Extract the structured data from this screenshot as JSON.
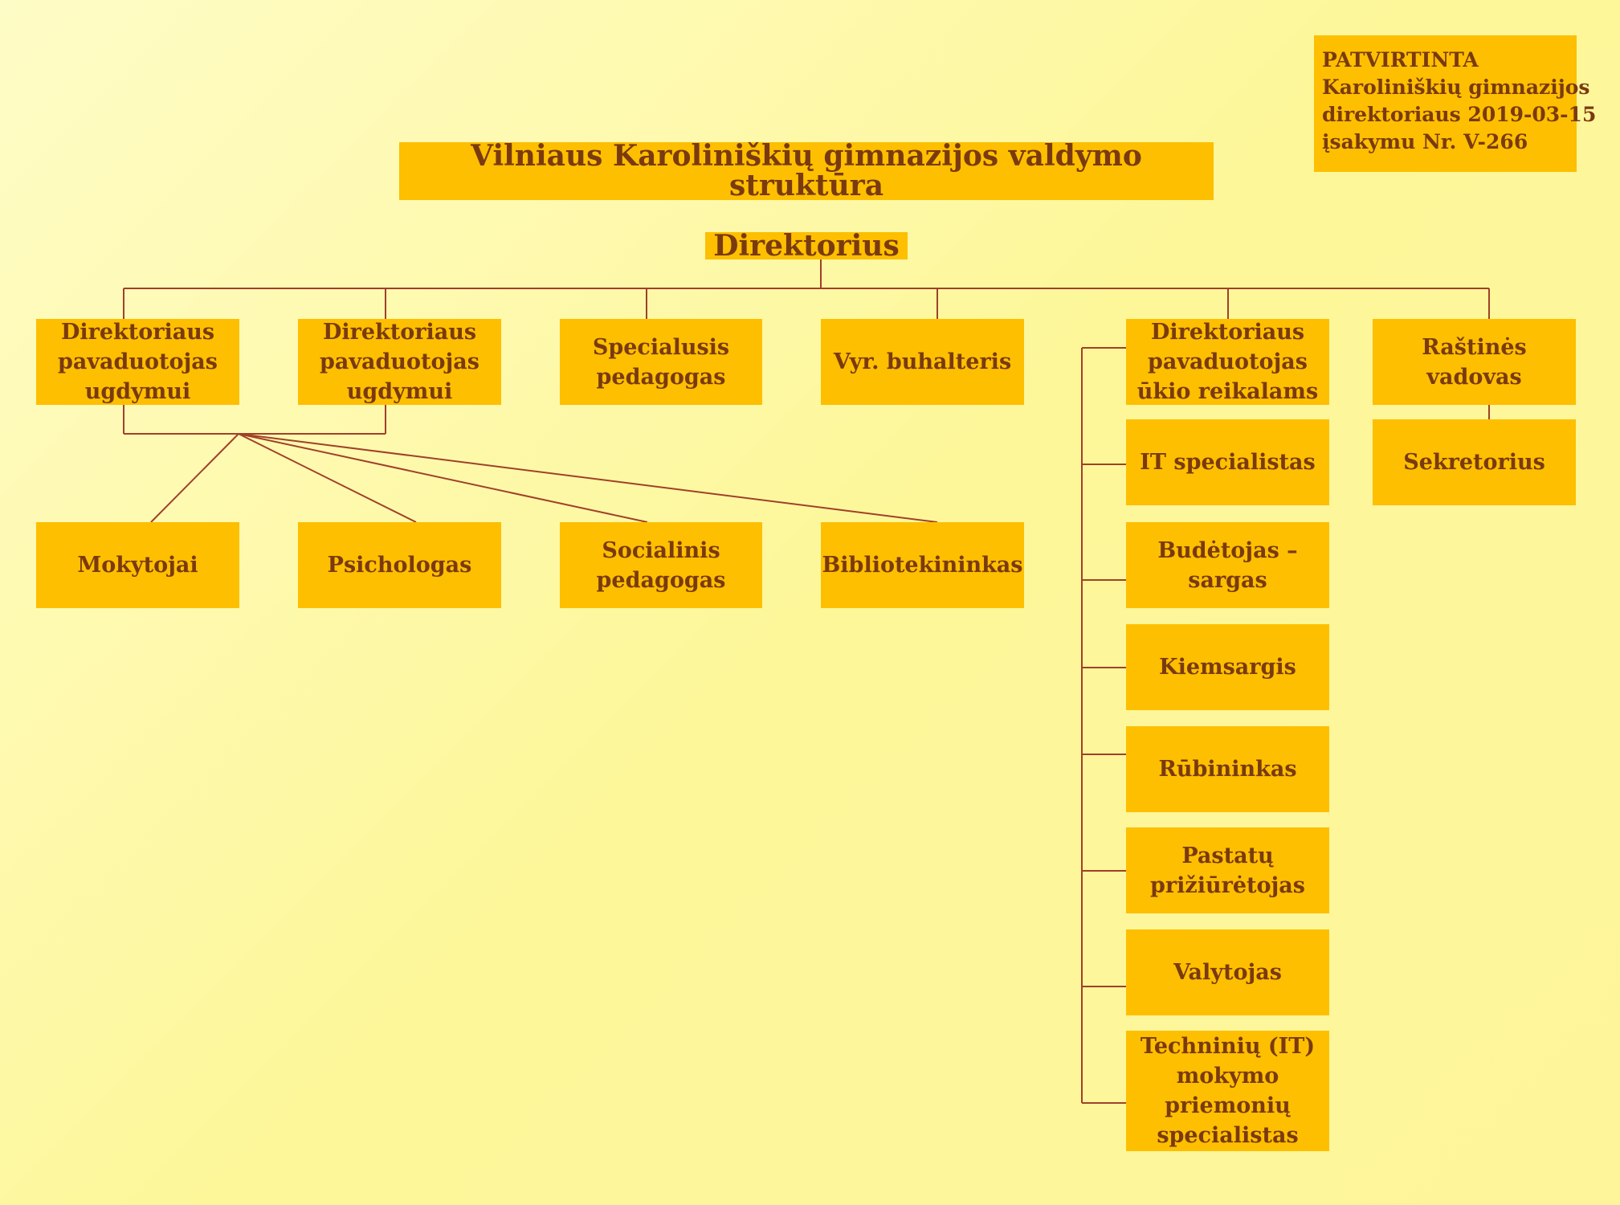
{
  "approval": {
    "line1": "PATVIRTINTA",
    "line2": "Karoliniškių gimnazijos",
    "line3": "direktoriaus 2019-03-15",
    "line4": "įsakymu Nr. V-266"
  },
  "title": "Vilniaus Karoliniškių gimnazijos valdymo struktūra",
  "director": "Direktorius",
  "colors": {
    "box": "#fdbf00",
    "text": "#7a3a10",
    "line": "#a0402a"
  },
  "top_level": [
    {
      "label": "Direktoriaus pavaduotojas ugdymui"
    },
    {
      "label": "Direktoriaus pavaduotojas ugdymui"
    },
    {
      "label": "Specialusis pedagogas"
    },
    {
      "label": "Vyr. buhalteris"
    },
    {
      "label": "Direktoriaus pavaduotojas ūkio reikalams"
    },
    {
      "label": "Raštinės vadovas"
    }
  ],
  "education_staff": [
    {
      "label": "Mokytojai"
    },
    {
      "label": "Psichologas"
    },
    {
      "label": "Socialinis pedagogas"
    },
    {
      "label": "Bibliotekininkas"
    }
  ],
  "facility_staff": [
    {
      "label": "IT specialistas"
    },
    {
      "label": "Budėtojas – sargas"
    },
    {
      "label": "Kiemsargis"
    },
    {
      "label": "Rūbininkas"
    },
    {
      "label": "Pastatų prižiūrėtojas"
    },
    {
      "label": "Valytojas"
    },
    {
      "label": "Techninių (IT) mokymo priemonių specialistas"
    }
  ],
  "secretary": "Sekretorius"
}
